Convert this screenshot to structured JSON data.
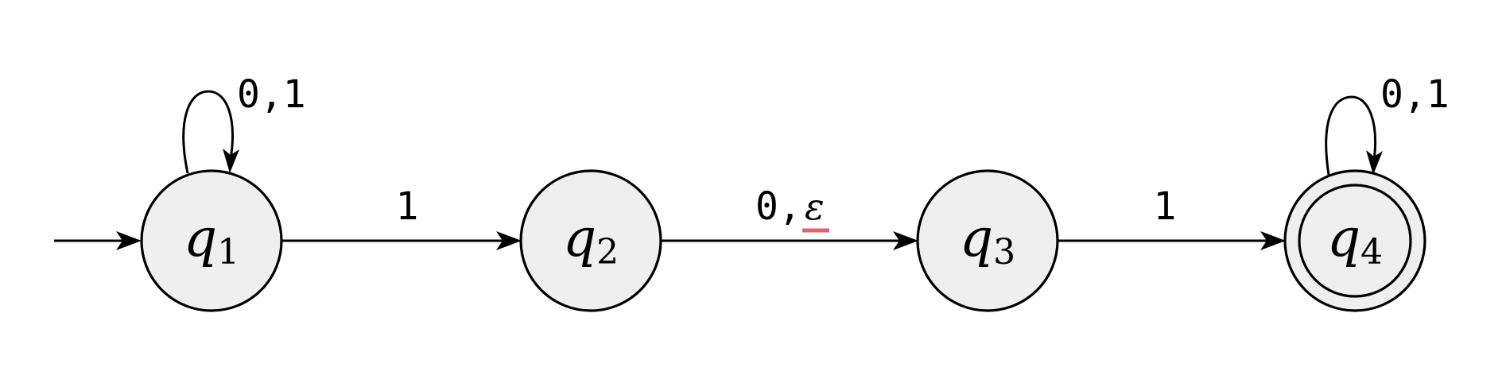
{
  "diagram": {
    "states": [
      {
        "id": "q1",
        "letter": "q",
        "index": "1",
        "start": true,
        "accept": false
      },
      {
        "id": "q2",
        "letter": "q",
        "index": "2",
        "start": false,
        "accept": false
      },
      {
        "id": "q3",
        "letter": "q",
        "index": "3",
        "start": false,
        "accept": false
      },
      {
        "id": "q4",
        "letter": "q",
        "index": "4",
        "start": false,
        "accept": true
      }
    ],
    "transitions": [
      {
        "from": "q1",
        "to": "q1",
        "label": "0,1"
      },
      {
        "from": "q1",
        "to": "q2",
        "label": "1"
      },
      {
        "from": "q2",
        "to": "q3",
        "label_prefix": "0,",
        "label_symbol": "ε"
      },
      {
        "from": "q3",
        "to": "q4",
        "label": "1"
      },
      {
        "from": "q4",
        "to": "q4",
        "label": "0,1"
      }
    ]
  },
  "colors": {
    "state_fill": "#efefef",
    "stroke": "#000000",
    "epsilon_underline": "#e06070"
  }
}
